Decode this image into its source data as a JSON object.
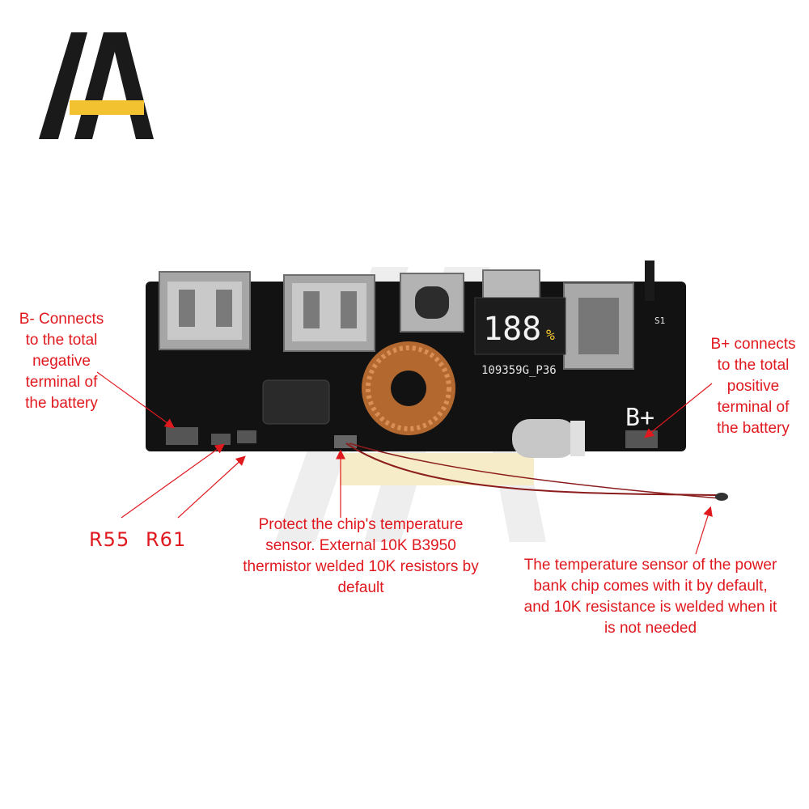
{
  "annotations": {
    "b_minus": "B- Connects\nto the total\nnegative\nterminal of\nthe battery",
    "b_plus": "B+ connects\nto the total\npositive\nterminal of\nthe battery",
    "r55": "R55",
    "r61": "R61",
    "chip_sensor": "Protect the chip's temperature\nsensor. External 10K B3950\nthermistor welded 10K resistors by\ndefault",
    "power_bank_sensor": "The temperature sensor of the power\nbank chip comes with it by default,\nand 10K resistance is welded when it\nis not needed"
  },
  "board": {
    "model_text": "109359G_P36",
    "display_digits": "188",
    "display_percent": "%",
    "b_plus_silk": "B+",
    "switch_label": "S1"
  },
  "colors": {
    "annotation": "#e0191f",
    "board": "#111111",
    "logo_yellow": "#f2c230",
    "copper": "#c8783a"
  }
}
